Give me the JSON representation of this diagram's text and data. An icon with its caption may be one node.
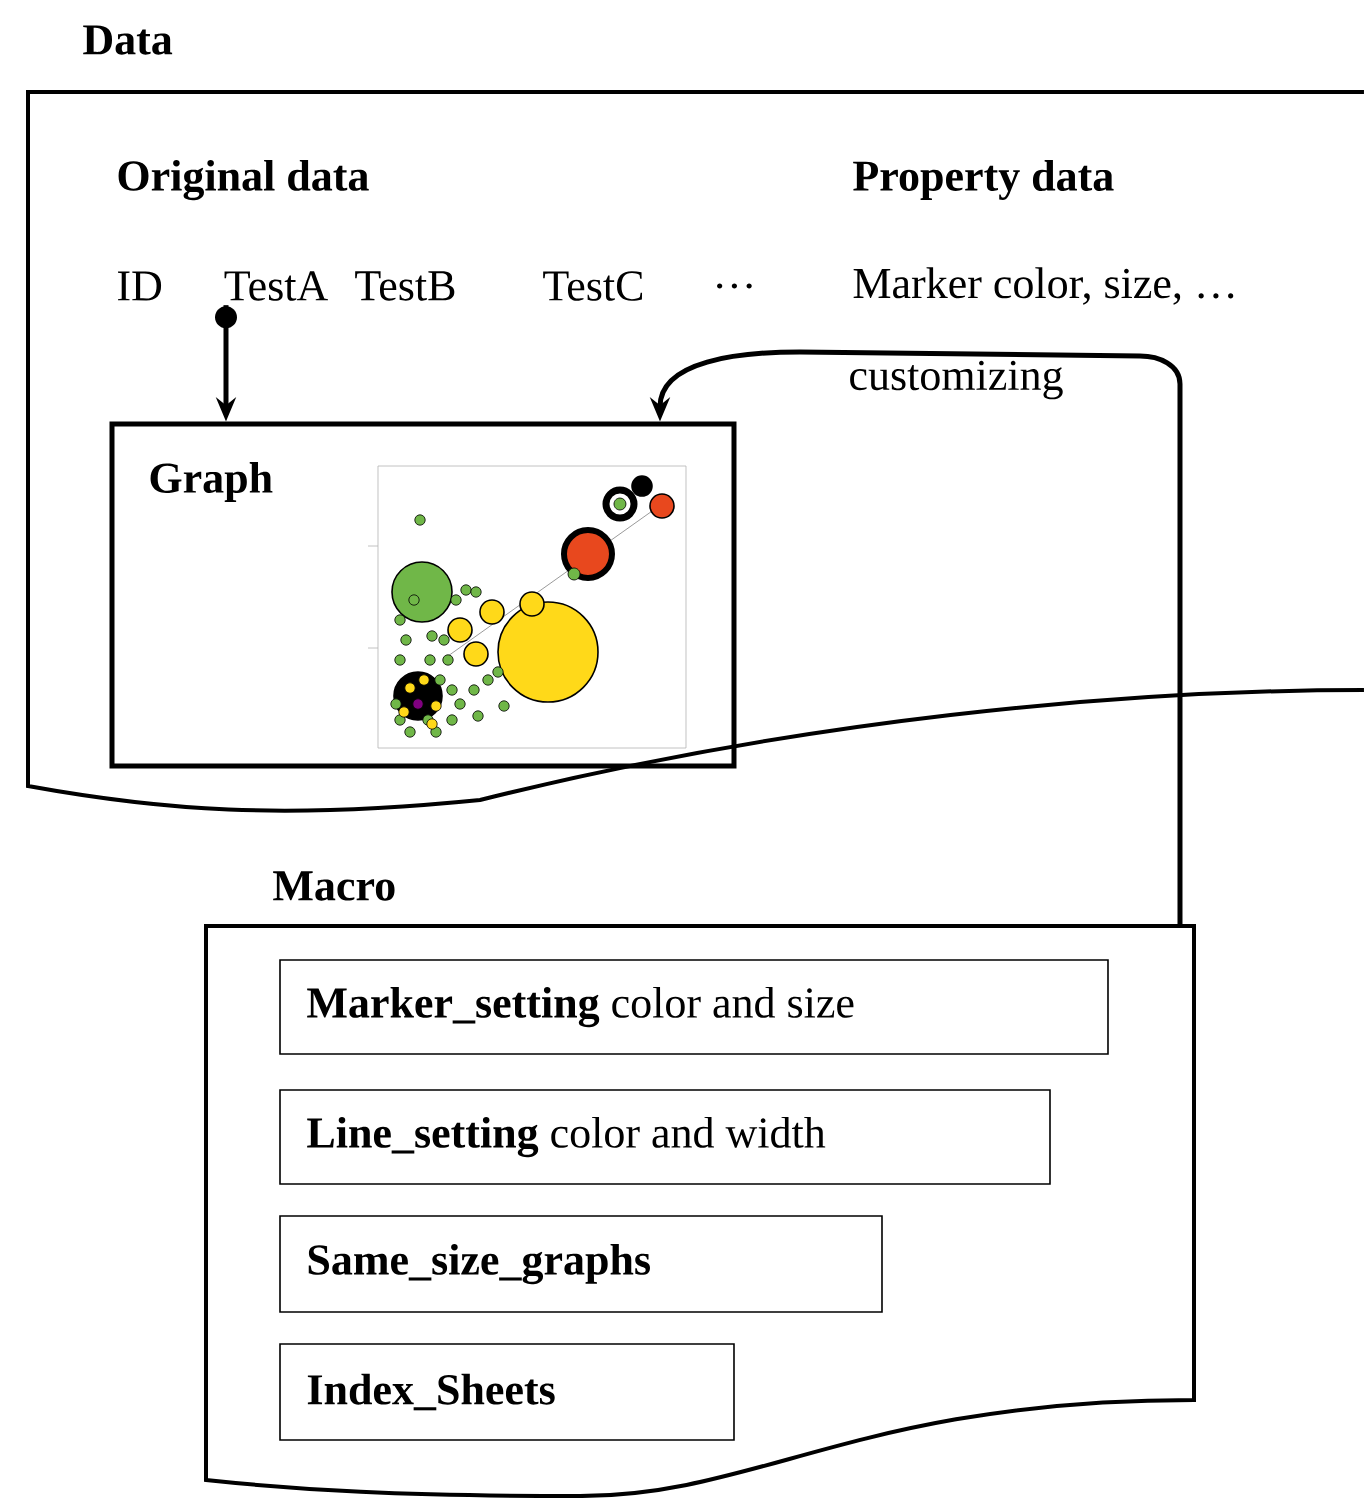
{
  "diagram": {
    "nodes": [
      {
        "text": [
          "Data"
        ]
      },
      {
        "text": [
          "TestA"
        ],
        "in": 0
      },
      {
        "text": [
          "Graph"
        ],
        "in": 0
      },
      {
        "text": [
          "Macro"
        ]
      },
      {
        "text": [
          "**Marker_setting** color and size"
        ],
        "in": 3
      },
      {
        "text": [
          "**Line_setting** color and width"
        ],
        "in": 3
      },
      {
        "text": [
          "Same_size_graphs"
        ],
        "in": 3
      },
      {
        "text": [
          "Index_Sheets"
        ],
        "in": 3
      }
    ],
    "edges": [
      {
        "from": 1,
        "to": 2,
        "arrow": "to"
      },
      {
        "from": 3,
        "to": 2,
        "arrow": "to",
        "label": "customizing"
      }
    ],
    "labels": [
      "Original data",
      "Property data",
      "ID",
      "TestB",
      "TestC",
      "…",
      "Marker color, size, …"
    ]
  }
}
